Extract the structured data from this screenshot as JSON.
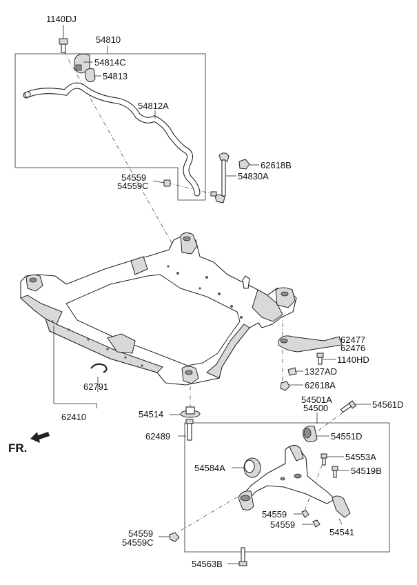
{
  "front_marker": "FR.",
  "labels": {
    "p1140DJ": "1140DJ",
    "p54810": "54810",
    "p54814C": "54814C",
    "p54813": "54813",
    "p54812A": "54812A",
    "p62618B": "62618B",
    "p54559_top": "54559",
    "p54559C_top": "54559C",
    "p54830A": "54830A",
    "p62477": "62477",
    "p62476": "62476",
    "p1140HD": "1140HD",
    "p1327AD": "1327AD",
    "p62618A": "62618A",
    "p62791": "62791",
    "p62410": "62410",
    "p54501A": "54501A",
    "p54500": "54500",
    "p54561D": "54561D",
    "p54514": "54514",
    "p62489": "62489",
    "p54551D": "54551D",
    "p54553A": "54553A",
    "p54584A": "54584A",
    "p54519B": "54519B",
    "p54559_mid": "54559",
    "p54559_low": "54559",
    "p54541": "54541",
    "p54559_bot": "54559",
    "p54559C_bot": "54559C",
    "p54563B": "54563B"
  }
}
